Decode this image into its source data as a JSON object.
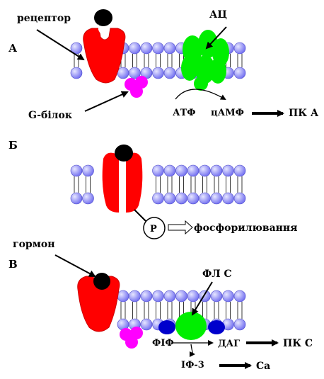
{
  "colors": {
    "lipid_head": "#6f6cf0",
    "lipid_head_light": "#e6e6ff",
    "receptor": "#ff0000",
    "ligand": "#000000",
    "adenylyl_cyclase": "#00ee00",
    "g_protein": "#ff00ff",
    "plc_partner": "#0000cc",
    "arrow": "#000000"
  },
  "panel_a": {
    "letter": "А",
    "receptor_label": "рецептор",
    "ac_label": "АЦ",
    "g_protein_label": "G-білок",
    "atp_label": "АТФ",
    "camp_label": "цАМФ",
    "pka_label": "ПК А"
  },
  "panel_b": {
    "letter": "Б",
    "phosphate_label": "Р",
    "phosphorylation_label": "фосфорилювання"
  },
  "panel_c": {
    "letter": "В",
    "hormone_label": "гормон",
    "plc_label": "ФЛ С",
    "pip_label": "ФІФ",
    "dag_label": "ДАГ",
    "pkc_label": "ПК С",
    "ip3_label": "ІФ-3",
    "ca_label": "Ca"
  }
}
